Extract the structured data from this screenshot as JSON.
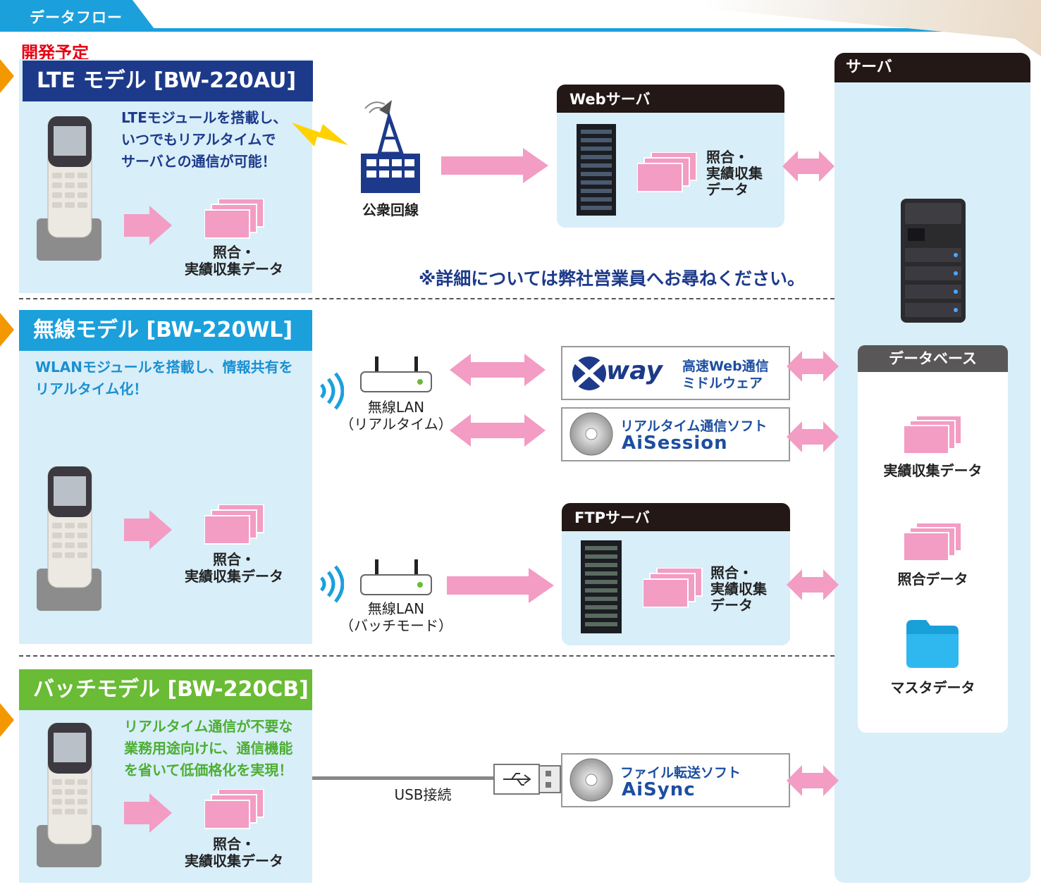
{
  "header": {
    "title": "データフロー"
  },
  "planned": "開発予定",
  "lte": {
    "title": "LTE モデル [BW-220AU]",
    "description": "LTEモジュールを搭載し、\nいつでもリアルタイムで\nサーバとの通信が可能！",
    "data_label": "照合・\n実績収集データ",
    "network_label": "公衆回線",
    "note": "※詳細については弊社営業員へお尋ねください。"
  },
  "wl": {
    "title": "無線モデル [BW-220WL]",
    "description": "WLANモジュールを搭載し、情報共有を\nリアルタイム化！",
    "data_label": "照合・\n実績収集データ",
    "lan_realtime": "無線LAN\n（リアルタイム）",
    "lan_batch": "無線LAN\n（バッチモード）"
  },
  "cb": {
    "title": "バッチモデル [BW-220CB]",
    "description": "リアルタイム通信が不要な\n業務用途向けに、通信機能\nを省いて低価格化を実現！",
    "data_label": "照合・\n実績収集データ",
    "usb_label": "USB接続"
  },
  "web_server": {
    "title": "Webサーバ",
    "data_label": "照合・\n実績収集\nデータ"
  },
  "ftp_server": {
    "title": "FTPサーバ",
    "data_label": "照合・\n実績収集\nデータ"
  },
  "xway": {
    "logo": "Xway",
    "line1": "高速Web通信",
    "line2": "ミドルウェア"
  },
  "aisession": {
    "line1": "リアルタイム通信ソフト",
    "line2": "AiSession"
  },
  "aisync": {
    "line1": "ファイル転送ソフト",
    "line2": "AiSync"
  },
  "server": {
    "title": "サーバ",
    "db_title": "データベース",
    "items": [
      "実績収集データ",
      "照合データ",
      "マスタデータ"
    ]
  },
  "colors": {
    "accent_blue": "#1ba0dc",
    "lte_navy": "#1d3a8a",
    "batch_green": "#6abb35",
    "pink": "#f39cc4",
    "panel": "#d8eef9"
  }
}
